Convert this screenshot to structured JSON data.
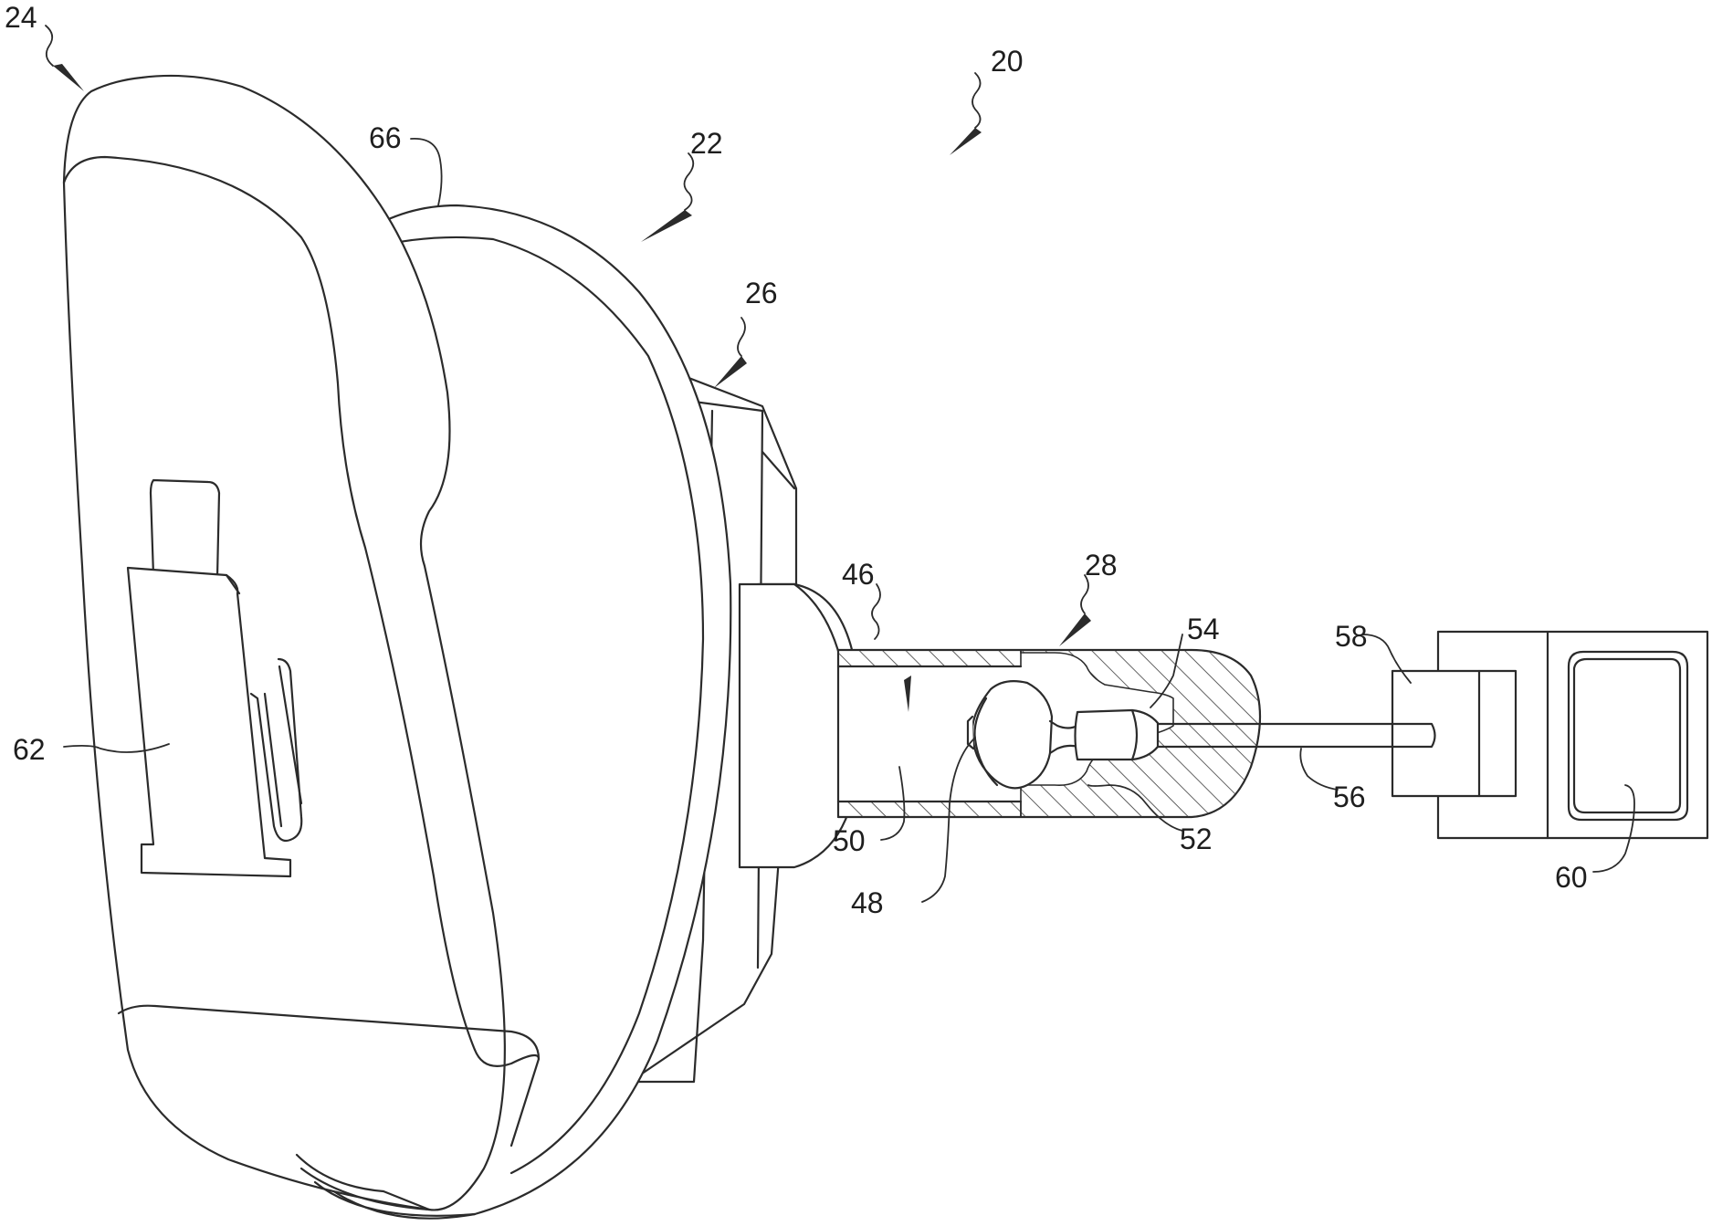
{
  "figure": {
    "reference_numerals": {
      "assembly": "20",
      "device": "22",
      "housing": "24",
      "base": "26",
      "tube": "28",
      "chamber": "46",
      "valve": "48",
      "bore": "50",
      "seat": "52",
      "stem": "54",
      "rod": "56",
      "actuator": "58",
      "controller": "60",
      "panel": "62",
      "rim": "66"
    },
    "colors": {
      "line": "#2b2b2b",
      "hatch": "#3a3a3a",
      "background": "#ffffff"
    }
  }
}
